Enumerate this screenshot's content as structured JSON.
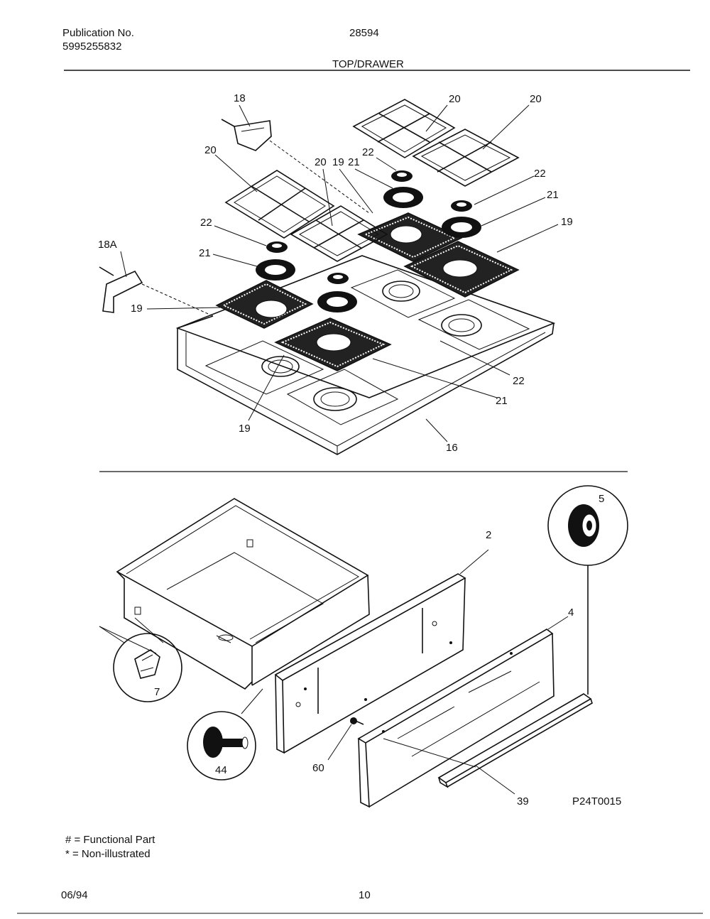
{
  "header": {
    "publication_label": "Publication No.",
    "publication_number": "5995255832",
    "model": "28594",
    "section_title": "TOP/DRAWER"
  },
  "callouts_top": {
    "c18": "18",
    "c18a": "18A",
    "c20_left": "20",
    "c20_mid": "20",
    "c20_top1": "20",
    "c20_top2": "20",
    "c19_mid": "19",
    "c19_left": "19",
    "c19_right": "19",
    "c19_bottom": "19",
    "c21_mid": "21",
    "c21_left": "21",
    "c21_right": "21",
    "c21_bottom": "21",
    "c22_top": "22",
    "c22_left": "22",
    "c22_right": "22",
    "c22_bottom": "22",
    "c16": "16"
  },
  "callouts_bottom": {
    "c2": "2",
    "c4": "4",
    "c5": "5",
    "c7": "7",
    "c44": "44",
    "c60": "60",
    "c39": "39",
    "figure_code": "P24T0015"
  },
  "legend": {
    "functional": "# = Functional Part",
    "non_illustrated": "* = Non-illustrated"
  },
  "footer": {
    "date": "06/94",
    "page": "10"
  }
}
